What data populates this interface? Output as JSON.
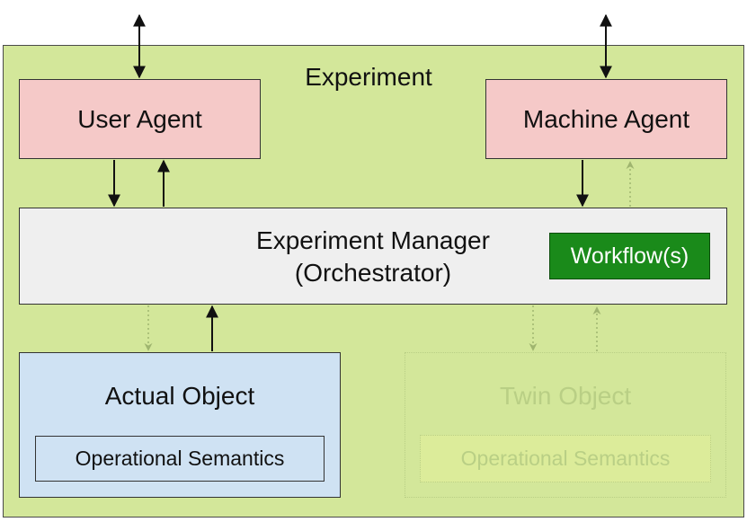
{
  "experiment": {
    "label": "Experiment"
  },
  "user_agent": {
    "label": "User Agent"
  },
  "machine_agent": {
    "label": "Machine Agent"
  },
  "manager": {
    "line1": "Experiment Manager",
    "line2": "(Orchestrator)"
  },
  "workflows": {
    "label": "Workflow(s)"
  },
  "actual_object": {
    "title": "Actual Object",
    "semantics": "Operational Semantics"
  },
  "twin_object": {
    "title": "Twin Object",
    "semantics": "Operational Semantics"
  },
  "colors": {
    "experiment_bg": "#d3e79a",
    "agent_bg": "#f5c9c8",
    "manager_bg": "#efefef",
    "workflow_bg": "#1a8a1a",
    "actual_bg": "#cfe2f3",
    "faded": "#b9cf85"
  }
}
